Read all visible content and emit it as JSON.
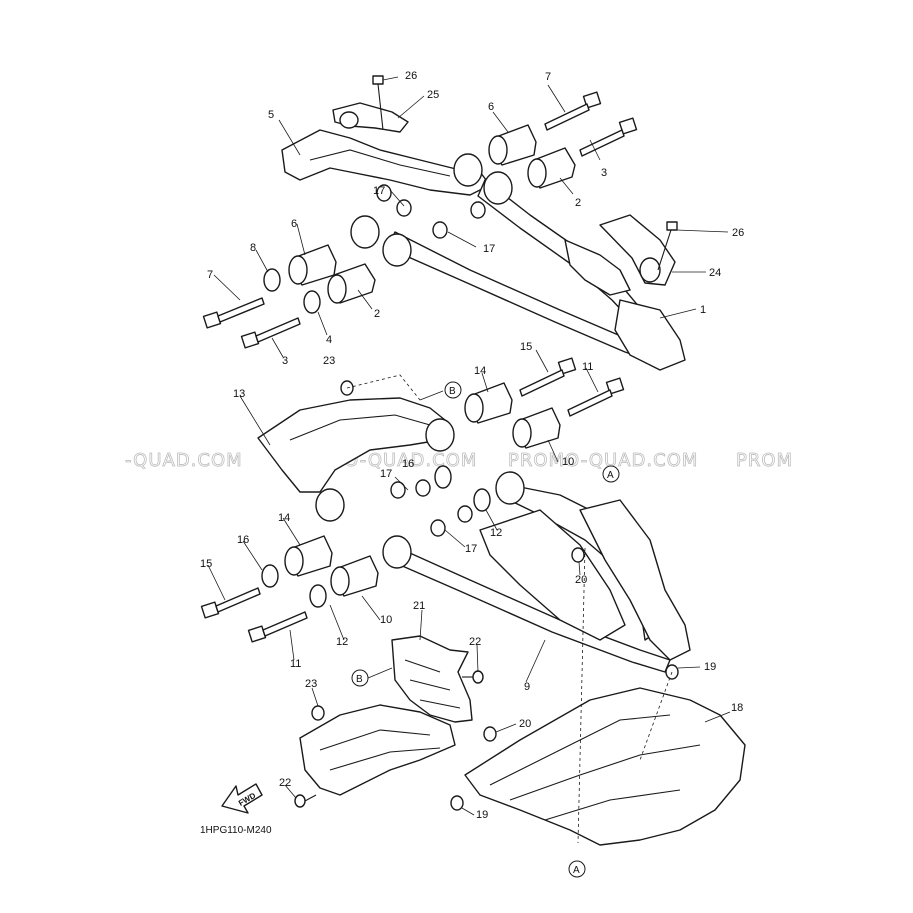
{
  "diagram_code": "1HPG110-M240",
  "watermark": {
    "left": "-QUAD.COM",
    "mid1": "PROMO-QUAD.COM",
    "mid2": "PROMO-QUAD.COM",
    "right": "PROM"
  },
  "fwd_label": "FWD",
  "ref_marks": {
    "A": "A",
    "B": "B"
  },
  "callouts": {
    "n1": "1",
    "n2": "2",
    "n3": "3",
    "n4": "4",
    "n5": "5",
    "n6": "6",
    "n7": "7",
    "n8": "8",
    "n9": "9",
    "n10": "10",
    "n11": "11",
    "n12": "12",
    "n13": "13",
    "n14": "14",
    "n15": "15",
    "n16": "16",
    "n17": "17",
    "n18": "18",
    "n19": "19",
    "n20": "20",
    "n21": "21",
    "n22": "22",
    "n23": "23",
    "n24": "24",
    "n25": "25",
    "n26": "26"
  }
}
